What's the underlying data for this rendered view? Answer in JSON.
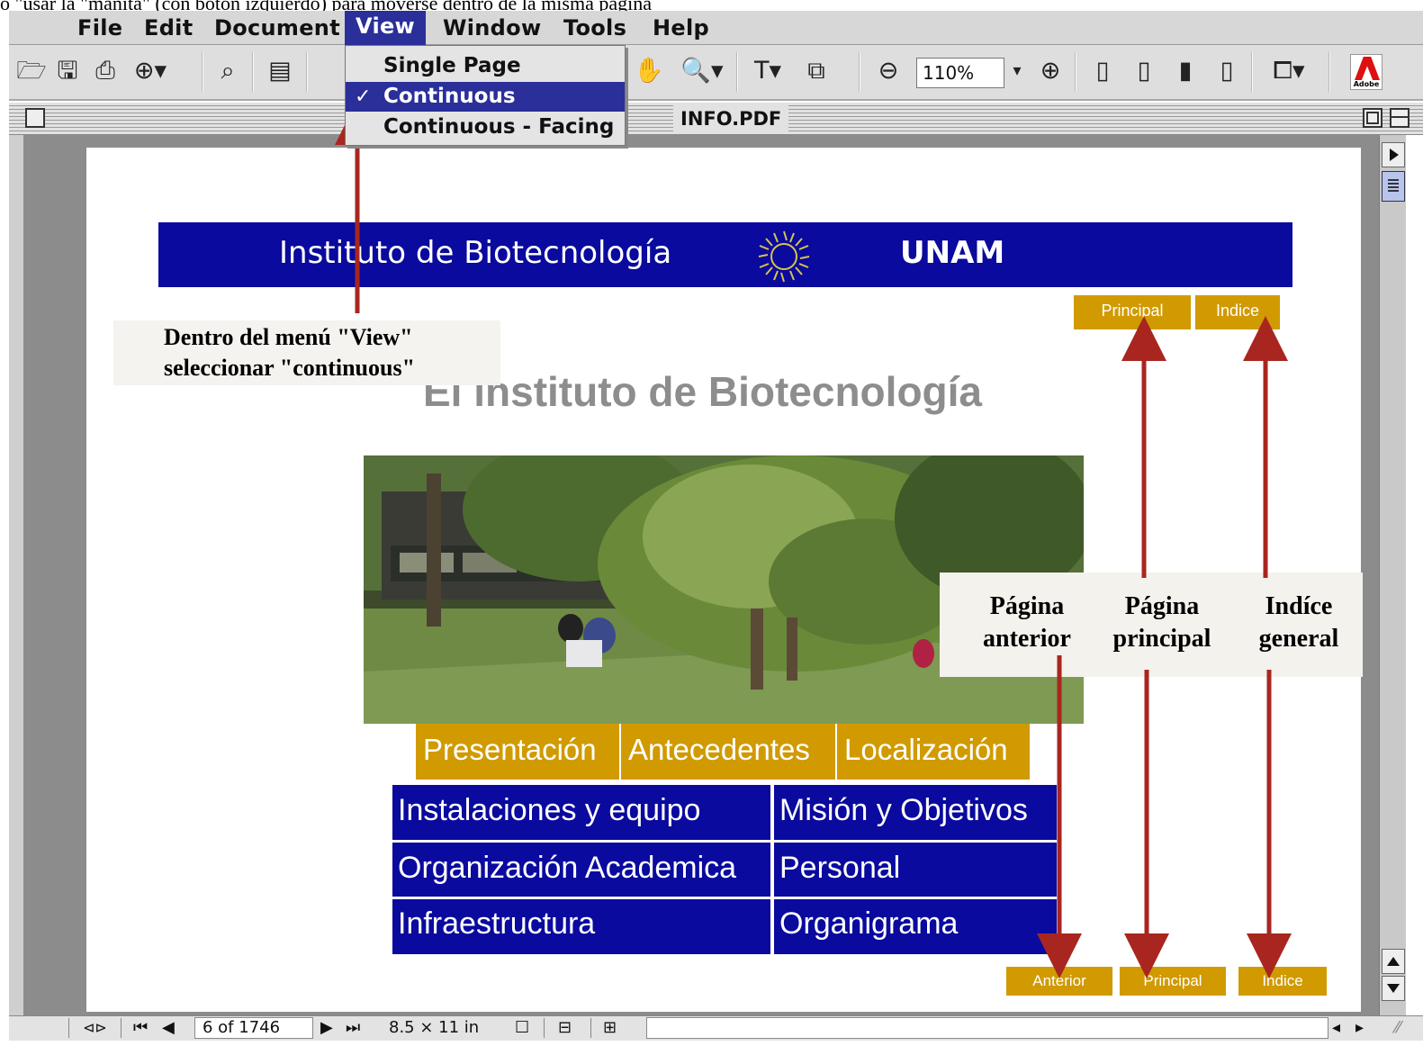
{
  "top_text": "o \"usar la \"manita\" (con botón izquierdo) para moverse dentro de la misma página",
  "menubar": {
    "items": [
      "File",
      "Edit",
      "Document",
      "View",
      "Window",
      "Tools",
      "Help"
    ]
  },
  "view_menu": {
    "items": [
      "Single Page",
      "Continuous",
      "Continuous - Facing"
    ],
    "checked": "Continuous",
    "check_glyph": "✓"
  },
  "toolbar": {
    "zoom_value": "110%",
    "adobe_label": "Adobe",
    "icons": [
      "open-icon",
      "save-icon",
      "print-icon",
      "email-icon",
      "find-icon",
      "show-hide-navigation-icon",
      "hand-tool-icon",
      "zoom-in-tool-icon",
      "text-select-tool-icon",
      "graphics-select-tool-icon",
      "zoom-out-icon",
      "zoom-in-icon",
      "actual-size-icon",
      "fit-page-icon",
      "fit-width-icon",
      "fit-visible-icon",
      "rotate-icon"
    ]
  },
  "window": {
    "title": "INFO.PDF"
  },
  "statusbar": {
    "page_field": "6 of 1746",
    "page_size": "8.5 × 11 in"
  },
  "page": {
    "banner_left": "Instituto de Biotecnología",
    "banner_right": "UNAM",
    "top_buttons": [
      "Principal",
      "Indice"
    ],
    "callout_line1": "Dentro del menú \"View\"",
    "callout_line2": "seleccionar \"continuous\"",
    "heading": "El instituto de Biotecnología",
    "label_1_line1": "Página",
    "label_1_line2": "anterior",
    "label_2_line1": "Página",
    "label_2_line2": "principal",
    "label_3_line1": "Indíce",
    "label_3_line2": "general",
    "gold_nav": [
      "Presentación",
      "Antecedentes",
      "Localización"
    ],
    "blue_nav": [
      "Instalaciones y equipo",
      "Misión y Objetivos",
      "Organización Academica",
      "Personal",
      "Infraestructura",
      "Organigrama"
    ],
    "bottom_buttons": [
      "Anterior",
      "Principal",
      "Indice"
    ]
  },
  "colors": {
    "banner_blue": "#0a0a9e",
    "button_gold": "#d09a00",
    "arrow_red": "#a8261f",
    "menu_highlight": "#2a2f9a"
  }
}
